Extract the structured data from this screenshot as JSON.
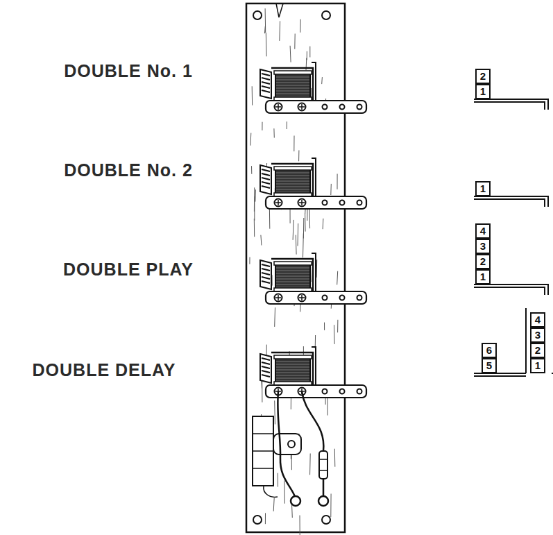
{
  "diagram": {
    "nodes": [
      {
        "text": [
          "2"
        ]
      },
      {
        "text": [
          "1"
        ]
      },
      {
        "text": [
          "1"
        ]
      },
      {
        "text": [
          "4"
        ]
      },
      {
        "text": [
          "3"
        ]
      },
      {
        "text": [
          "2"
        ]
      },
      {
        "text": [
          "1"
        ]
      },
      {
        "text": [
          "4"
        ]
      },
      {
        "text": [
          "3"
        ]
      },
      {
        "text": [
          "6"
        ]
      },
      {
        "text": [
          "2"
        ]
      },
      {
        "text": [
          "5"
        ]
      },
      {
        "text": [
          "1"
        ]
      }
    ],
    "labels": [
      "DOUBLE No. 1",
      "DOUBLE No. 2",
      "DOUBLE PLAY",
      "DOUBLE DELAY"
    ]
  }
}
